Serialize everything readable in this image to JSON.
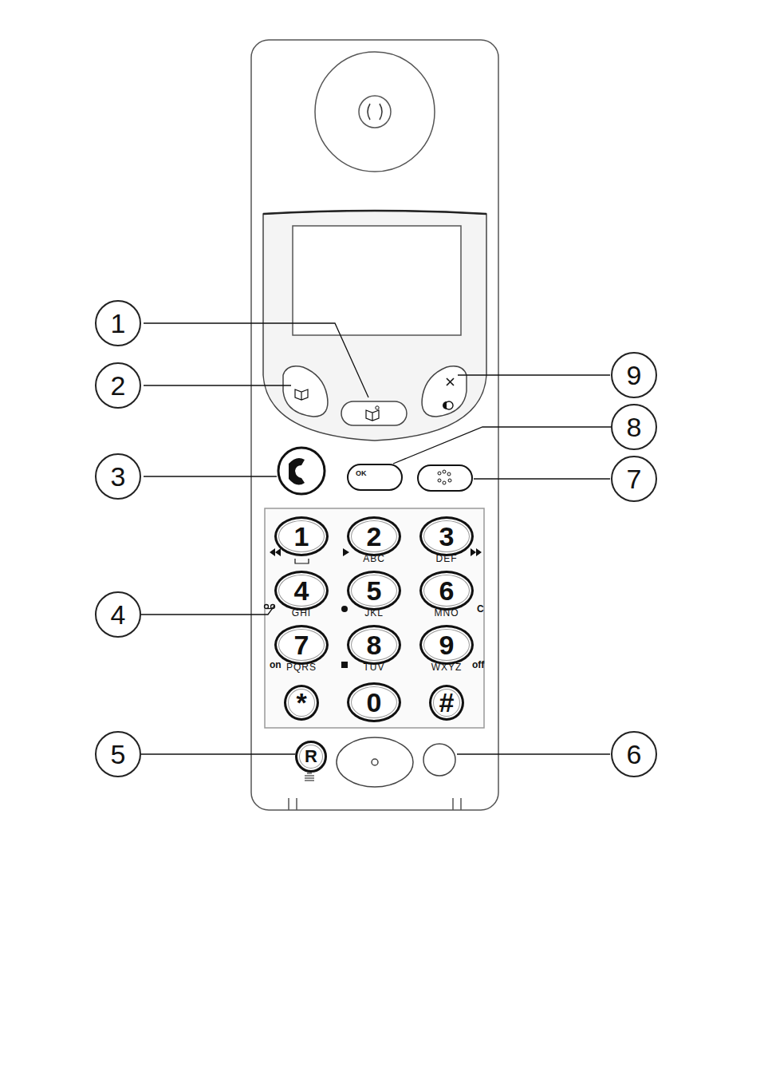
{
  "diagram": {
    "nodes": [
      {
        "text": [
          "1"
        ]
      },
      {
        "text": [
          "2"
        ]
      },
      {
        "text": [
          "9"
        ]
      },
      {
        "text": [
          "8"
        ]
      },
      {
        "text": [
          "3"
        ]
      },
      {
        "text": [
          "OK"
        ]
      },
      {
        "text": [
          "7"
        ]
      },
      {
        "text": [
          "1"
        ]
      },
      {
        "text": [
          "2",
          "ABC"
        ]
      },
      {
        "text": [
          "3",
          "DEF"
        ]
      },
      {
        "text": [
          "4"
        ]
      },
      {
        "text": [
          "4",
          "GHI"
        ]
      },
      {
        "text": [
          "5",
          "JKL"
        ]
      },
      {
        "text": [
          "6",
          "MNO"
        ]
      },
      {
        "text": [
          "7",
          "PQRS"
        ]
      },
      {
        "text": [
          "8",
          "TUV"
        ]
      },
      {
        "text": [
          "9",
          "WXYZ"
        ]
      },
      {
        "text": [
          "*"
        ]
      },
      {
        "text": [
          "0"
        ]
      },
      {
        "text": [
          "#"
        ]
      },
      {
        "text": [
          "5"
        ]
      },
      {
        "text": [
          "R"
        ]
      },
      {
        "text": [
          "6"
        ]
      }
    ],
    "edges": [
      {
        "from": 3,
        "to": 5,
        "arrow": "none"
      },
      {
        "from": 10,
        "to": 11,
        "arrow": "none"
      },
      {
        "from": 20,
        "to": 21,
        "arrow": "none"
      }
    ],
    "labels": [
      "C",
      "on",
      "off"
    ]
  }
}
